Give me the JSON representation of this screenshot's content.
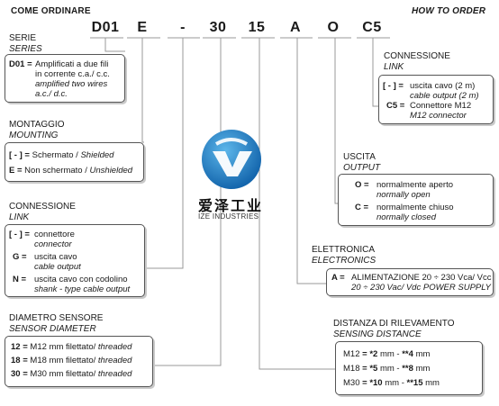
{
  "header": {
    "left": "COME ORDINARE",
    "right": "HOW TO ORDER"
  },
  "codes": [
    "D01",
    "E",
    "-",
    "30",
    "15",
    "A",
    "O",
    "C5"
  ],
  "serie": {
    "title": "SERIE",
    "title_en": "SERIES",
    "key": "D01 =",
    "line1": "Amplificati a due fili",
    "line2": "in corrente c.a./ c.c.",
    "line3": "amplified two wires",
    "line4": "a.c./ d.c."
  },
  "montaggio": {
    "title": "MONTAGGIO",
    "title_en": "MOUNTING",
    "r1_key": "[ - ] =",
    "r1_it": "Schermato /",
    "r1_en": "Shielded",
    "r2_key": "E =",
    "r2_it": "Non schermato /",
    "r2_en": "Unshielded"
  },
  "connessione_left": {
    "title": "CONNESSIONE",
    "title_en": "LINK",
    "r1_key": "[ - ] =",
    "r1_it": "connettore",
    "r1_en": "connector",
    "r2_key": "G =",
    "r2_it": "uscita cavo",
    "r2_en": "cable output",
    "r3_key": "N =",
    "r3_it": "uscita cavo con  codolino",
    "r3_en": "shank - type cable output"
  },
  "diametro": {
    "title": "DIAMETRO SENSORE",
    "title_en": "SENSOR DIAMETER",
    "rows": [
      {
        "key": "12 =",
        "it": "M12 mm filettato/",
        "en": "threaded"
      },
      {
        "key": "18 =",
        "it": "M18 mm filettato/",
        "en": "threaded"
      },
      {
        "key": "30 =",
        "it": "M30 mm filettato/",
        "en": "threaded"
      }
    ]
  },
  "connessione_right": {
    "title": "CONNESSIONE",
    "title_en": "LINK",
    "r1_key": "[ - ] =",
    "r1_it": "uscita cavo (2 m)",
    "r1_en": "cable output (2 m)",
    "r2_key": "C5 =",
    "r2_it": "Connettore M12",
    "r2_en": "M12 connector"
  },
  "uscita": {
    "title": "USCITA",
    "title_en": "OUTPUT",
    "r1_key": "O =",
    "r1_it": "normalmente aperto",
    "r1_en": "normally open",
    "r2_key": "C =",
    "r2_it": "normalmente chiuso",
    "r2_en": "normally closed"
  },
  "elettronica": {
    "title": "ELETTRONICA",
    "title_en": "ELECTRONICS",
    "key": "A =",
    "line1": "ALIMENTAZIONE 20 ÷ 230 Vca/ Vcc",
    "line2": "20 ÷ 230 Vac/ Vdc POWER SUPPLY"
  },
  "distanza": {
    "title": "DISTANZA DI RILEVAMENTO",
    "title_en": "SENSING DISTANCE",
    "rows": [
      {
        "size": "M12",
        "a": "*2",
        "b": "**4"
      },
      {
        "size": "M18",
        "a": "*5",
        "b": "**8"
      },
      {
        "size": "M30",
        "a": "*10",
        "b": "**15"
      }
    ],
    "eq": "=",
    "mm": "mm",
    "dash": "-"
  },
  "watermark": {
    "cn": "爱泽工业",
    "en": "IZE INDUSTRIES",
    "color": "#1e7fc4"
  }
}
